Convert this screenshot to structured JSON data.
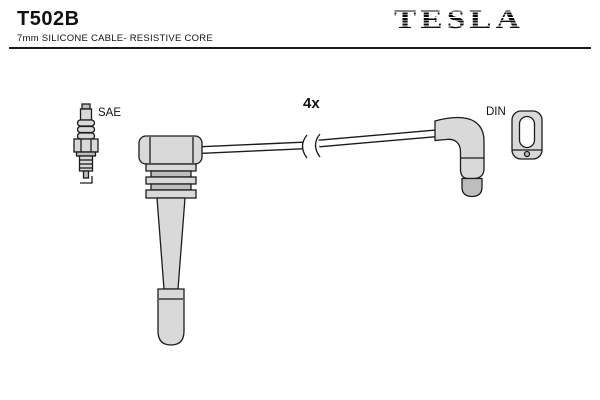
{
  "header": {
    "part_number": "T502B",
    "subtitle": "7mm SILICONE CABLE- RESISTIVE CORE",
    "brand": "TESLA"
  },
  "diagram": {
    "labels": {
      "sae": "SAE",
      "quantity": "4x",
      "din": "DIN"
    },
    "colors": {
      "outline": "#1c1c1c",
      "fill_light": "#d9d9d9",
      "fill_mid": "#bdbdbd",
      "background": "#ffffff"
    }
  }
}
